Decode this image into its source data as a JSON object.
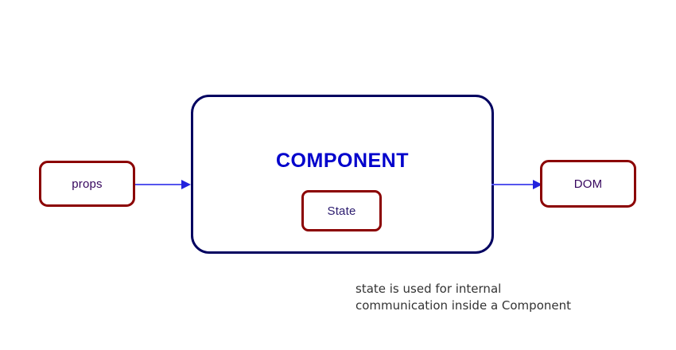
{
  "diagram": {
    "title": "React component data-flow diagram",
    "background_color": "#ffffff",
    "nodes": {
      "props": {
        "label": "props",
        "border_color": "#8b0000",
        "text_color": "#36065e"
      },
      "component": {
        "label": "COMPONENT",
        "border_color": "#000060",
        "text_color": "#0000cc"
      },
      "state": {
        "label": "State",
        "border_color": "#8b0000",
        "text_color": "#2b1b6e"
      },
      "dom": {
        "label": "DOM",
        "border_color": "#8b0000",
        "text_color": "#36065e"
      }
    },
    "arrows": {
      "props_to_component": {
        "name": "props-to-component-arrow",
        "color": "#5555ee"
      },
      "component_to_dom": {
        "name": "component-to-dom-arrow",
        "color": "#5555ee"
      }
    },
    "caption": {
      "text": "state is used for internal\ncommunication inside a Component",
      "color": "#333333"
    }
  }
}
